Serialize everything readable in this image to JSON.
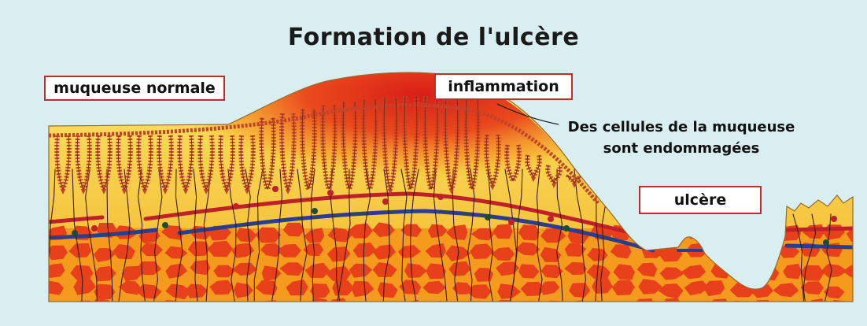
{
  "title": "Formation de l'ulcère",
  "labels": {
    "normal": "muqueuse normale",
    "inflammation": "inflammation",
    "ulcer": "ulcère",
    "damaged_line1": "Des cellules de la muqueuse",
    "damaged_line2": "sont endommagées"
  },
  "colors": {
    "background": "#d8eef0",
    "mucosa_yellow": "#f6d936",
    "tissue_orange": "#f49a1c",
    "cell_red": "#e8401a",
    "artery_red": "#c0202a",
    "vein_blue": "#2a3e8c",
    "inflammation_red": "#e2301a",
    "label_border": "#c82a2a"
  }
}
